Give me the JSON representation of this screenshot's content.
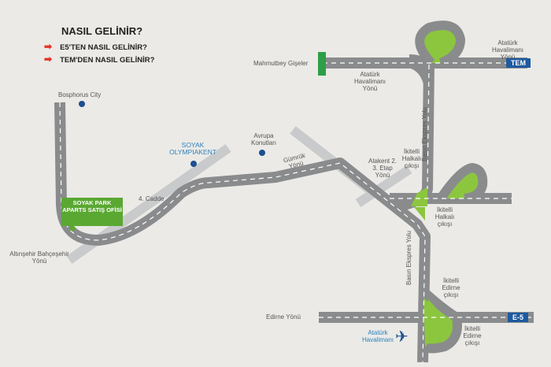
{
  "header": {
    "title": "NASIL GELİNİR?",
    "links": [
      "E5'TEN NASIL GELİNİR?",
      "TEM'DEN NASIL GELİNİR?"
    ]
  },
  "labels": {
    "bosphorus": "Bosphorus City",
    "mahmutbey": "Mahmutbey Gişeler",
    "ataturk_yonu_1": "Atatürk Havalimanı Yönü",
    "ataturk_yonu_2": "Atatürk Havalimanı Yönü",
    "avrupa": "Avrupa Konutları",
    "olympiakent": "SOYAK OLYMPIAKENT",
    "gumruk": "Gümrük Yönü",
    "atakent": "Atakent 2. 3. Etap Yönü",
    "halkali_1": "İkitelli Halkalı çıkışı",
    "halkali_2": "İkitelli Halkalı çıkışı",
    "basin_1": "Basın Ekspres Yolu",
    "basin_2": "Basın Ekspres Yolu",
    "cadde": "4. Cadde",
    "office": "SOYAK PARK APARTS SATIŞ OFİSİ",
    "altinsehir": "Altınşehir Bahçeşehir Yönü",
    "edirne_yonu": "Edirne Yönü",
    "edirne_1": "İkitelli Edirne çıkışı",
    "edirne_2": "İkitelli Edirne çıkışı",
    "airport": "Atatürk Havalimanı"
  },
  "signs": {
    "tem": "TEM",
    "e5": "E-5"
  },
  "colors": {
    "road": "#8a8b8d",
    "minor_road": "#c9cacb",
    "green": "#8cc63f",
    "sign_blue": "#1e5aa0",
    "pin": "#1d4f91",
    "arrow_red": "#e8302a"
  }
}
